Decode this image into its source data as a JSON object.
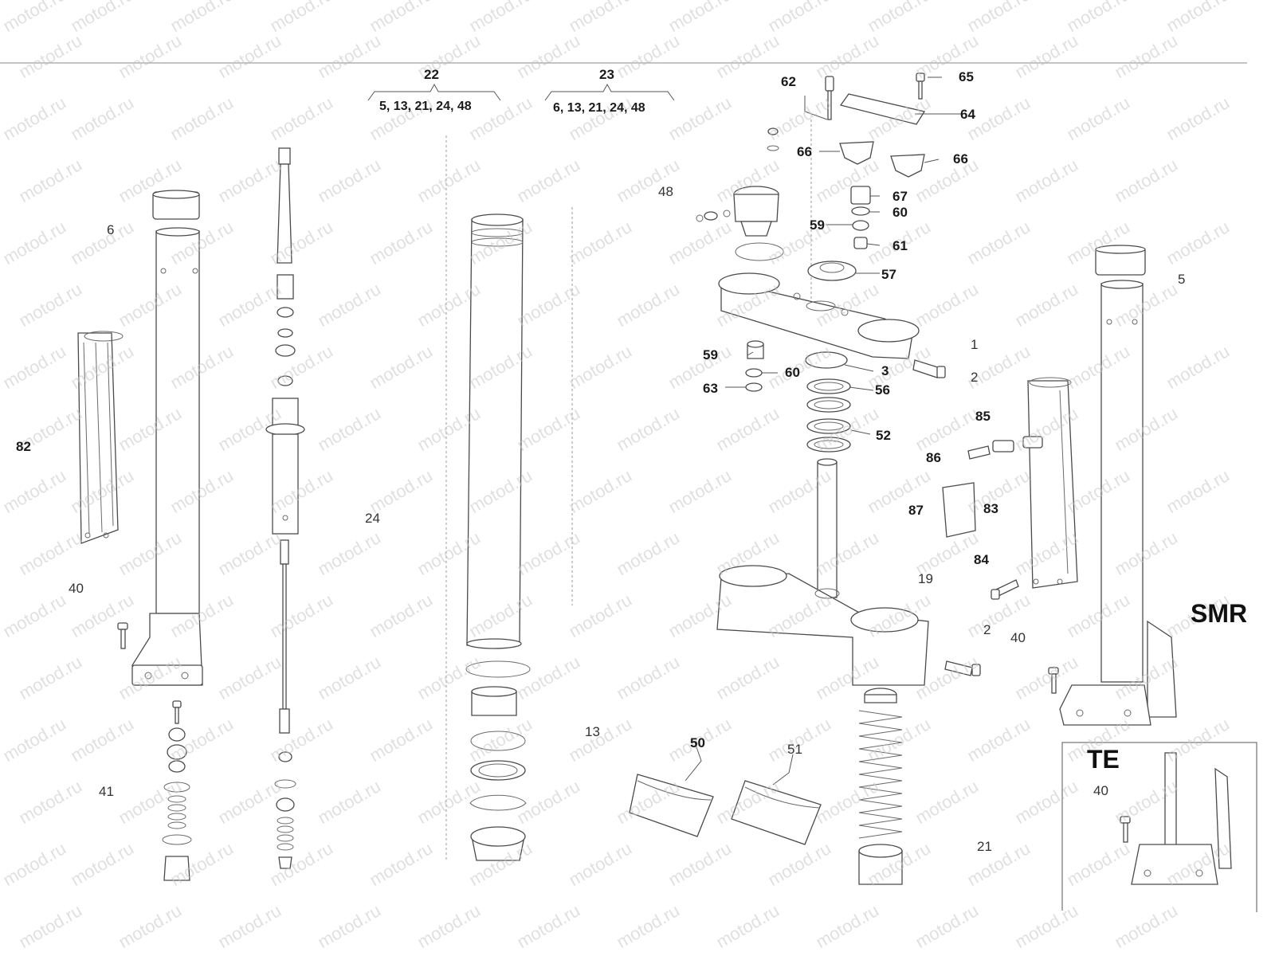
{
  "watermark": "motod.ru",
  "colors": {
    "stroke": "#4a4a4a",
    "watermark": "#c7c7c7",
    "text": "#1a1a1a"
  },
  "groups": [
    {
      "number": "22",
      "members": "5, 13, 21, 24, 48"
    },
    {
      "number": "23",
      "members": "6, 13, 21, 24, 48"
    }
  ],
  "variants": {
    "smr": "SMR",
    "te": "TE"
  },
  "callouts": {
    "c1": "1",
    "c2a": "2",
    "c2b": "2",
    "c3": "3",
    "c5": "5",
    "c6": "6",
    "c13": "13",
    "c19": "19",
    "c21": "21",
    "c24": "24",
    "c40a": "40",
    "c40b": "40",
    "c40c": "40",
    "c41": "41",
    "c48": "48",
    "c50": "50",
    "c51": "51",
    "c52": "52",
    "c56": "56",
    "c57": "57",
    "c59a": "59",
    "c59b": "59",
    "c60a": "60",
    "c60b": "60",
    "c61": "61",
    "c62": "62",
    "c63": "63",
    "c64": "64",
    "c65": "65",
    "c66a": "66",
    "c66b": "66",
    "c67": "67",
    "c82": "82",
    "c83": "83",
    "c84": "84",
    "c85": "85",
    "c86": "86",
    "c87": "87"
  }
}
